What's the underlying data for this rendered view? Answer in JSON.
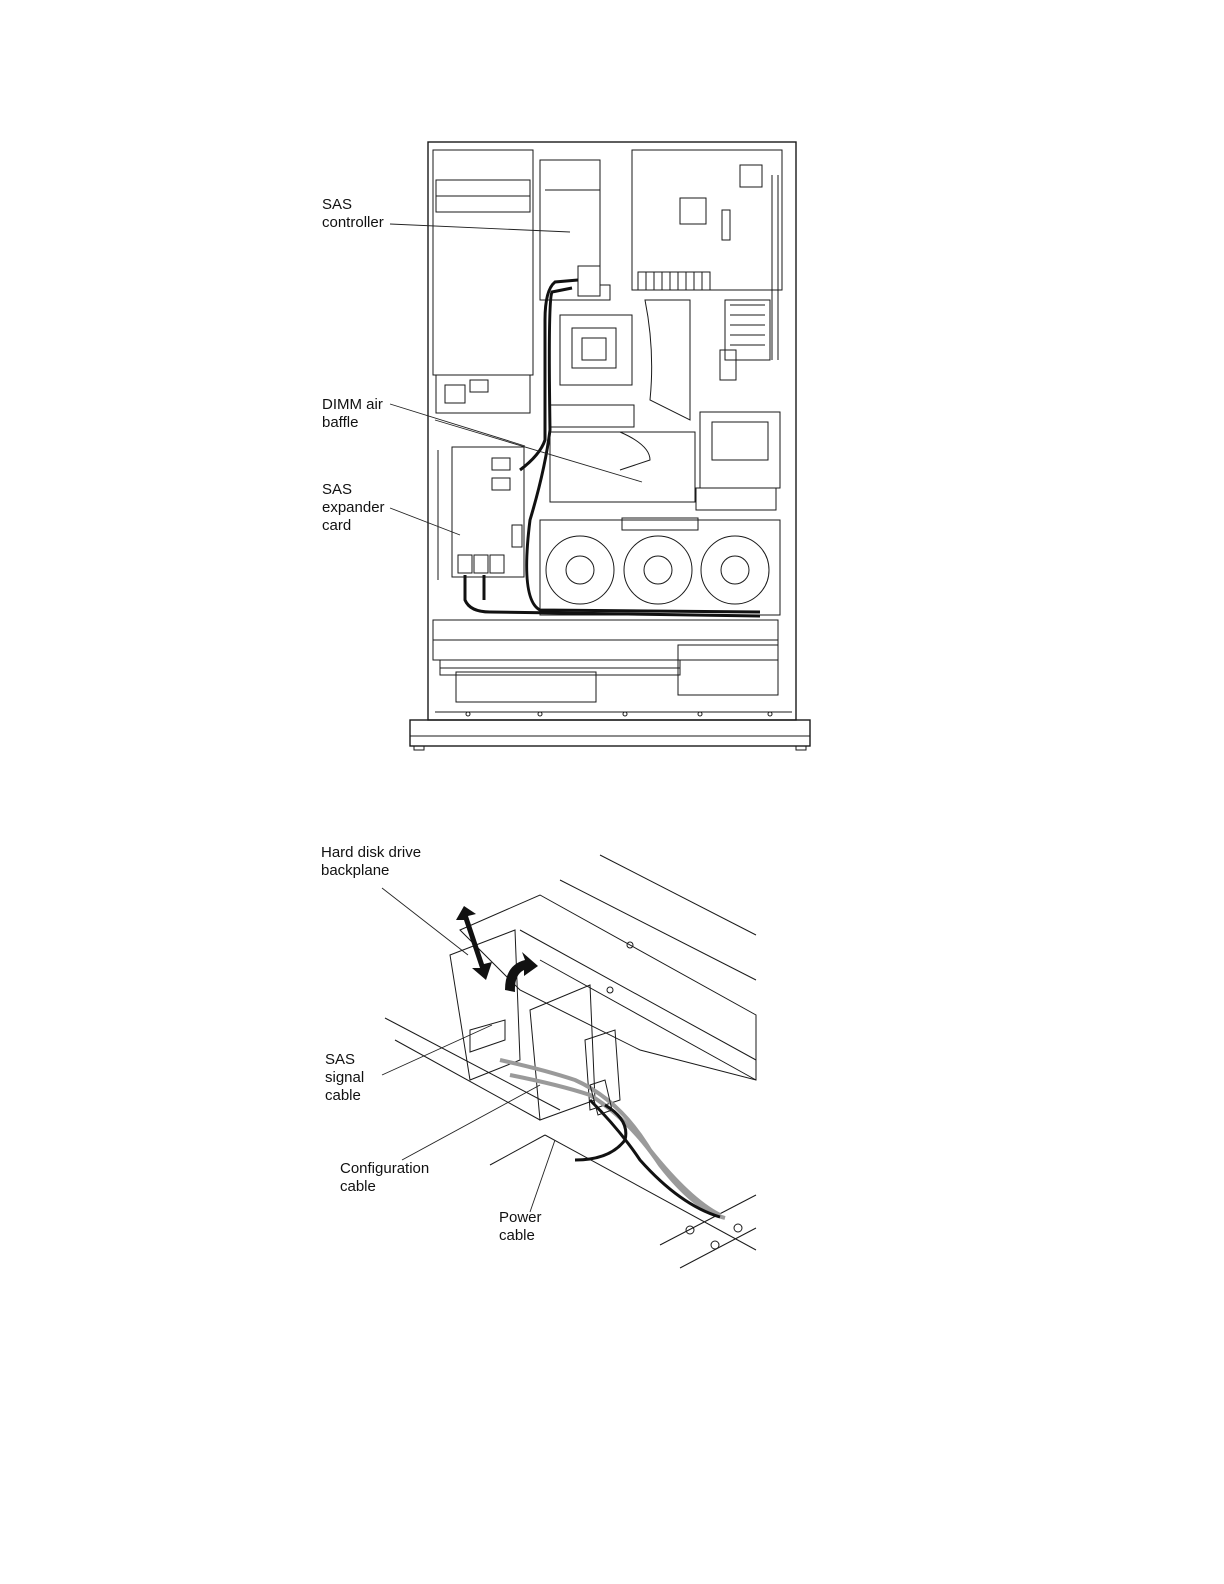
{
  "figure1": {
    "labels": {
      "sas_controller": "SAS\ncontroller",
      "dimm_air_baffle": "DIMM air\nbaffle",
      "sas_expander_card": "SAS\nexpander\ncard"
    }
  },
  "figure2": {
    "labels": {
      "hdd_backplane": "Hard disk drive\nbackplane",
      "sas_signal_cable": "SAS\nsignal\ncable",
      "configuration_cable": "Configuration\ncable",
      "power_cable": "Power\ncable"
    }
  }
}
